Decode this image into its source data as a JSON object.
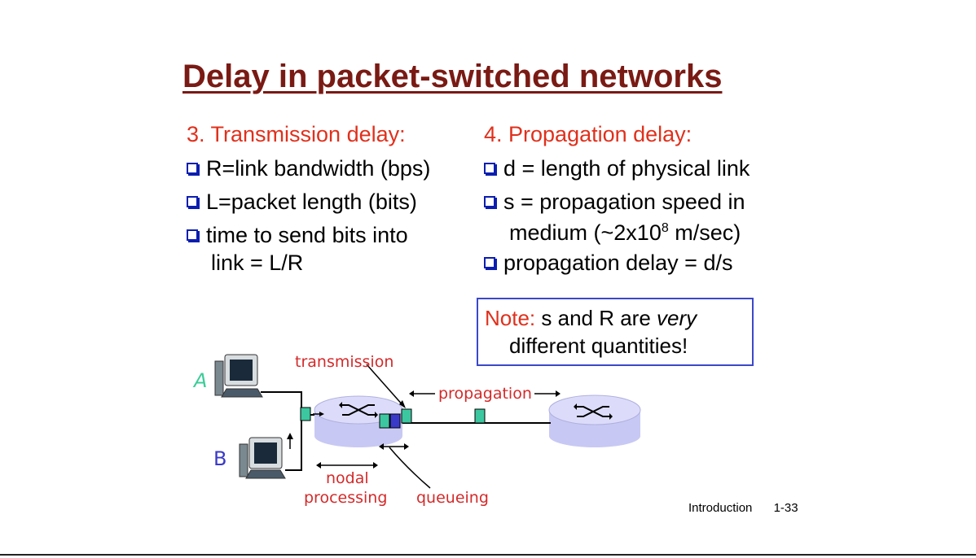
{
  "title": "Delay in packet-switched networks",
  "left": {
    "heading": "3. Transmission delay:",
    "bullets": [
      "R=link bandwidth (bps)",
      "L=packet length (bits)",
      "time to send bits into"
    ],
    "bullet3_cont": "link = L/R"
  },
  "right": {
    "heading": "4. Propagation delay:",
    "bullet1": "d = length of physical link",
    "bullet2": "s = propagation speed in",
    "bullet2_cont_a": "medium (~2x10",
    "bullet2_sup": "8",
    "bullet2_cont_b": " m/sec)",
    "bullet3": "propagation delay = d/s"
  },
  "note": {
    "label": "Note:",
    "text_a": " s and R are ",
    "text_em": "very",
    "line2": "different quantities!"
  },
  "diagram": {
    "host_a": "A",
    "host_b": "B",
    "transmission": "transmission",
    "propagation": "propagation",
    "nodal": "nodal",
    "processing": "processing",
    "queueing": "queueing"
  },
  "footer": {
    "section": "Introduction",
    "page": "1-33"
  }
}
